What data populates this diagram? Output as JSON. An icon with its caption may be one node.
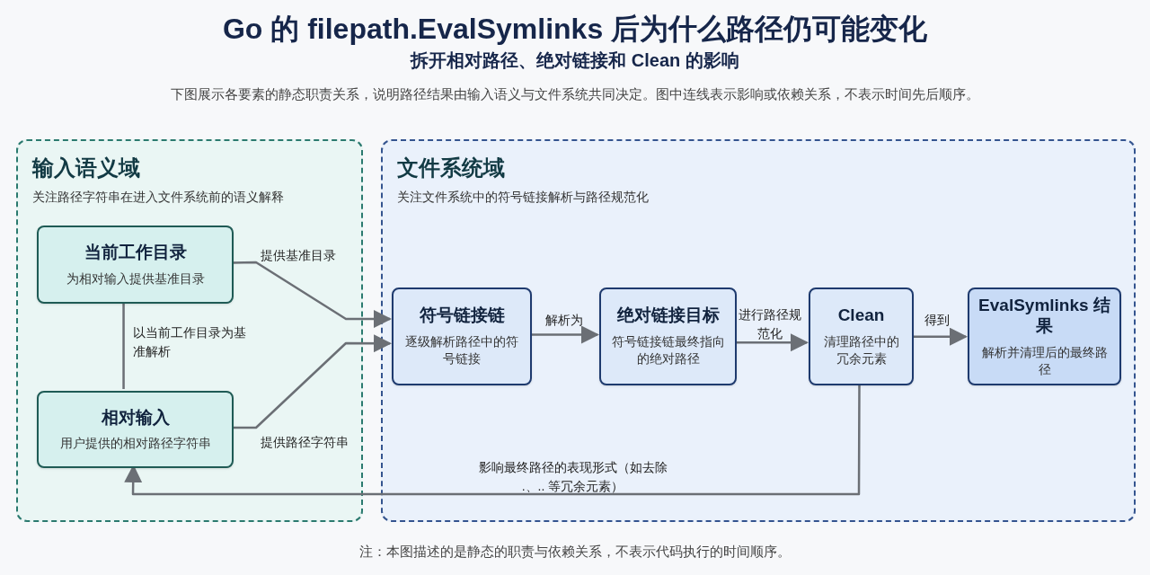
{
  "diagram": {
    "title": "Go 的 filepath.EvalSymlinks 后为什么路径仍可能变化",
    "caption": "注：本图描述的是静态的职责与依赖关系，不表示代码执行的时间顺序。",
    "labels": [
      "拆开相对路径、绝对链接和 Clean 的影响",
      "下图展示各要素的静态职责关系，说明路径结果由输入语义与文件系统共同决定。图中连线表示影响或依赖关系，不表示时间先后顺序。"
    ],
    "nodes": [
      {
        "text": [
          "输入语义域",
          "关注路径字符串在进入文件系统前的语义解释"
        ]
      },
      {
        "text": [
          "当前工作目录",
          "为相对输入提供基准目录"
        ],
        "in": 0
      },
      {
        "text": [
          "相对输入",
          "用户提供的相对路径字符串"
        ],
        "in": 0
      },
      {
        "text": [
          "文件系统域",
          "关注文件系统中的符号链接解析与路径规范化"
        ]
      },
      {
        "text": [
          "符号链接链",
          "逐级解析路径中的符号链接"
        ],
        "in": 3
      },
      {
        "text": [
          "绝对链接目标",
          "符号链接链最终指向的绝对路径"
        ],
        "in": 3
      },
      {
        "text": [
          "Clean",
          "清理路径中的冗余元素"
        ],
        "in": 3
      },
      {
        "text": [
          "EvalSymlinks 结果",
          "解析并清理后的最终路径"
        ],
        "in": 3
      }
    ],
    "edges": [
      {
        "from": 1,
        "to": 2,
        "arrow": "none",
        "label": "以当前工作目录为基准解析"
      },
      {
        "from": 1,
        "to": 4,
        "arrow": "to",
        "label": "提供基准目录"
      },
      {
        "from": 2,
        "to": 4,
        "arrow": "to",
        "label": "提供路径字符串"
      },
      {
        "from": 4,
        "to": 5,
        "arrow": "to",
        "label": "解析为"
      },
      {
        "from": 5,
        "to": 6,
        "arrow": "to",
        "label": "进行路径规范化"
      },
      {
        "from": 6,
        "to": 7,
        "arrow": "to",
        "label": "得到"
      },
      {
        "from": 6,
        "to": 2,
        "arrow": "to",
        "label": "影响最终路径的表现形式（如去除 .、.. 等冗余元素）"
      }
    ]
  }
}
